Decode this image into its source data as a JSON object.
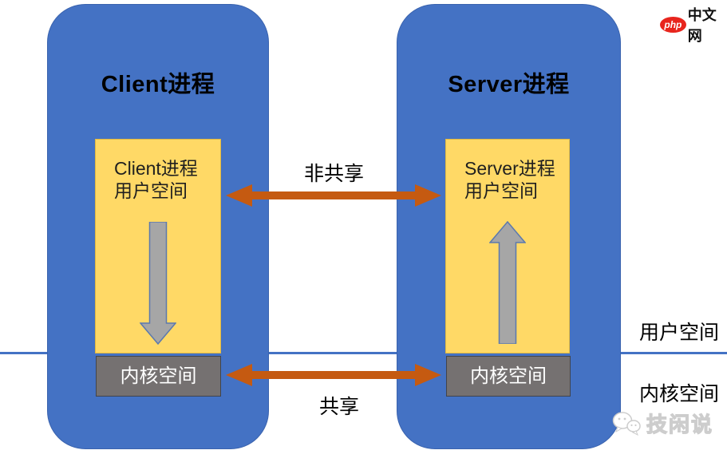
{
  "diagram": {
    "client": {
      "title": "Client进程",
      "user_space": {
        "line1": "Client进程",
        "line2": "用户空间"
      },
      "kernel_label": "内核空间"
    },
    "server": {
      "title": "Server进程",
      "user_space": {
        "line1": "Server进程",
        "line2": "用户空间"
      },
      "kernel_label": "内核空间"
    },
    "flows": {
      "top_label": "非共享",
      "bottom_label": "共享"
    },
    "side_labels": {
      "user": "用户空间",
      "kernel": "内核空间"
    }
  },
  "branding": {
    "logo_php": "php",
    "logo_site": "中文网",
    "watermark": "技闲说"
  },
  "colors": {
    "process_blue": "#4472C4",
    "user_space_yellow": "#FFD966",
    "kernel_gray": "#757171",
    "vertical_arrow_gray": "#A6A6A6",
    "share_arrow_orange": "#C55A11",
    "divider_blue": "#4472C4",
    "logo_red": "#E8251D"
  }
}
